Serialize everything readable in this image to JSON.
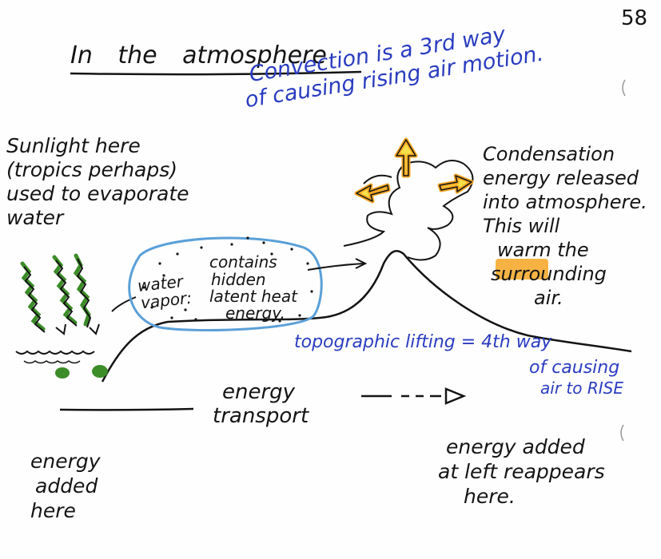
{
  "page_number": "58",
  "title": "In the atmosphere",
  "convection_note": {
    "line1": "Convection is a 3rd way",
    "line2": "of causing rising air motion."
  },
  "sunlight_note": {
    "line1": "Sunlight here",
    "line2": "(tropics perhaps)",
    "line3": "used to evaporate",
    "line4": "water"
  },
  "bubble": {
    "left1": "water",
    "left2": "vapor:",
    "right1": "contains",
    "right2": "hidden",
    "right3": "latent heat",
    "right4": "energy."
  },
  "condensation_note": {
    "line1": "Condensation",
    "line2": "energy released",
    "line3": "into atmosphere.",
    "line4": "This will",
    "warm_word": "warm",
    "line5_rest": "the",
    "line6": "surrounding",
    "line7": "air."
  },
  "lifting_note": {
    "line1": "topographic lifting = 4th way",
    "line2": "of causing",
    "line3": "air to RISE"
  },
  "transport": {
    "line1": "energy",
    "line2": "transport"
  },
  "energy_added": {
    "line1": "energy",
    "line2": "added",
    "line3": "here"
  },
  "energy_reappears": {
    "line1": "energy added",
    "line2": "at left reappears",
    "line3": "here."
  },
  "colors": {
    "ink": "#141414",
    "blue_ink": "#2a3cc0",
    "green_marker": "#3c8c28",
    "orange_highlight": "#f5a623",
    "yellow_highlight": "#f7e04a",
    "bubble_outline": "#5ba0d8"
  }
}
